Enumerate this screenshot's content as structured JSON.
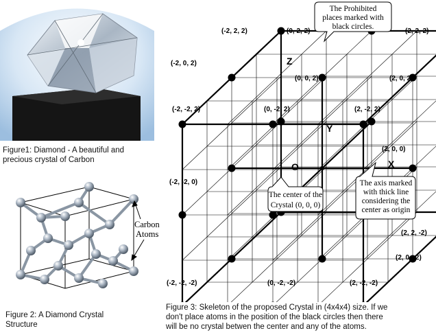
{
  "figure1": {
    "caption_line1": "Figure1: Diamond - A beautiful and",
    "caption_line2": "precious crystal of Carbon"
  },
  "figure2": {
    "caption_line1": "Figure 2: A Diamond Crystal",
    "caption_line2": "Structure",
    "label_line1": "Carbon",
    "label_line2": "Atoms"
  },
  "figure3": {
    "caption_line1": "Figure 3: Skeleton of the proposed Crystal in (4x4x4) size. If we",
    "caption_line2": "don't place atoms in the position of the black circles then there",
    "caption_line3": "will be no crystal betwen the center and any of the atoms.",
    "axis_z": "Z",
    "axis_y": "Y",
    "axis_x": "X",
    "origin": "O",
    "bubble_top": [
      "The Prohibited",
      "places marked with",
      "black circles."
    ],
    "bubble_center": [
      "The center of the",
      "Crystal (0, 0, 0)"
    ],
    "bubble_axis": [
      "The axis marked",
      "with thick line",
      "considering the",
      "center as origin"
    ],
    "coords": {
      "m222": "(-2, 2, 2)",
      "z022": "(0, 2, 2)",
      "p222": "(2, 2, 2)",
      "m202": "(-2, 0, 2)",
      "z002": "(0, 0, 2)",
      "p202": "(2, 0, 2)",
      "m2m22": "(-2, -2, 2)",
      "z0m22": "(0, -2, 2)",
      "p2m22": "(2, -2, 2)",
      "p200": "(2, 0, 0)",
      "m2m20": "(-2, -2, 0)",
      "p22m2": "(2, 2, -2)",
      "p20m2": "(2, 0, -2)",
      "m2m2m2": "(-2, -2, -2)",
      "z0m2m2": "(0, -2, -2)",
      "p2m2m2": "(2, -2, -2)"
    }
  }
}
